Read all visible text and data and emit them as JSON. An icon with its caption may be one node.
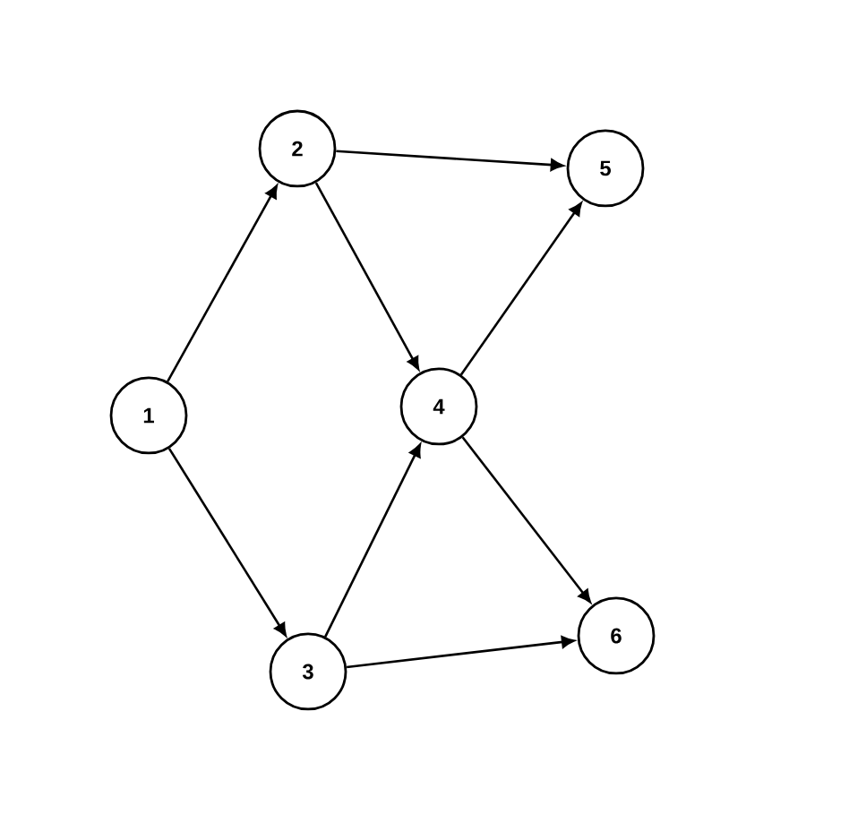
{
  "diagram": {
    "nodes": [
      {
        "text": [
          "1"
        ]
      },
      {
        "text": [
          "2"
        ]
      },
      {
        "text": [
          "3"
        ]
      },
      {
        "text": [
          "4"
        ]
      },
      {
        "text": [
          "5"
        ]
      },
      {
        "text": [
          "6"
        ]
      }
    ],
    "edges": [
      {
        "from": 0,
        "to": 1,
        "arrow": "to"
      },
      {
        "from": 0,
        "to": 2,
        "arrow": "to"
      },
      {
        "from": 1,
        "to": 4,
        "arrow": "to"
      },
      {
        "from": 1,
        "to": 3,
        "arrow": "to"
      },
      {
        "from": 2,
        "to": 3,
        "arrow": "to"
      },
      {
        "from": 2,
        "to": 5,
        "arrow": "to"
      },
      {
        "from": 3,
        "to": 4,
        "arrow": "to"
      },
      {
        "from": 3,
        "to": 5,
        "arrow": "to"
      }
    ]
  }
}
